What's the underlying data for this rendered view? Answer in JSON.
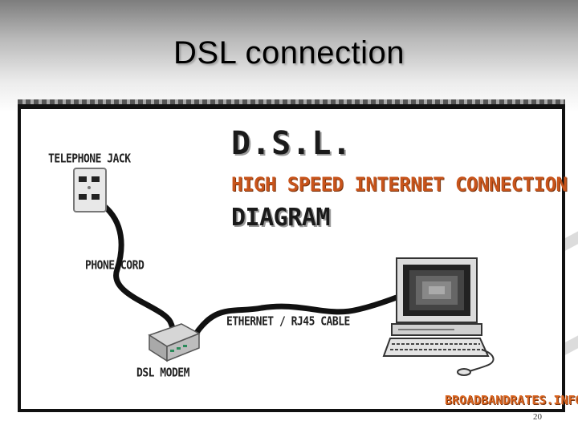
{
  "slide": {
    "title": "DSL connection",
    "page_number": "20"
  },
  "diagram": {
    "heading_dsl": "D.S.L.",
    "heading_speed": "HIGH SPEED INTERNET CONNECTION",
    "heading_diagram": "DIAGRAM",
    "labels": {
      "telephone_jack": "TELEPHONE JACK",
      "phone_cord": "PHONE CORD",
      "ethernet_cable": "ETHERNET / RJ45 CABLE",
      "dsl_modem": "DSL MODEM"
    },
    "brand": "BROADBANDRATES.INFO",
    "colors": {
      "heading_accent": "#c8541b",
      "brand": "#d9641f",
      "cable": "#111111"
    },
    "icons": [
      "telephone-jack-icon",
      "dsl-modem-icon",
      "computer-icon"
    ]
  }
}
